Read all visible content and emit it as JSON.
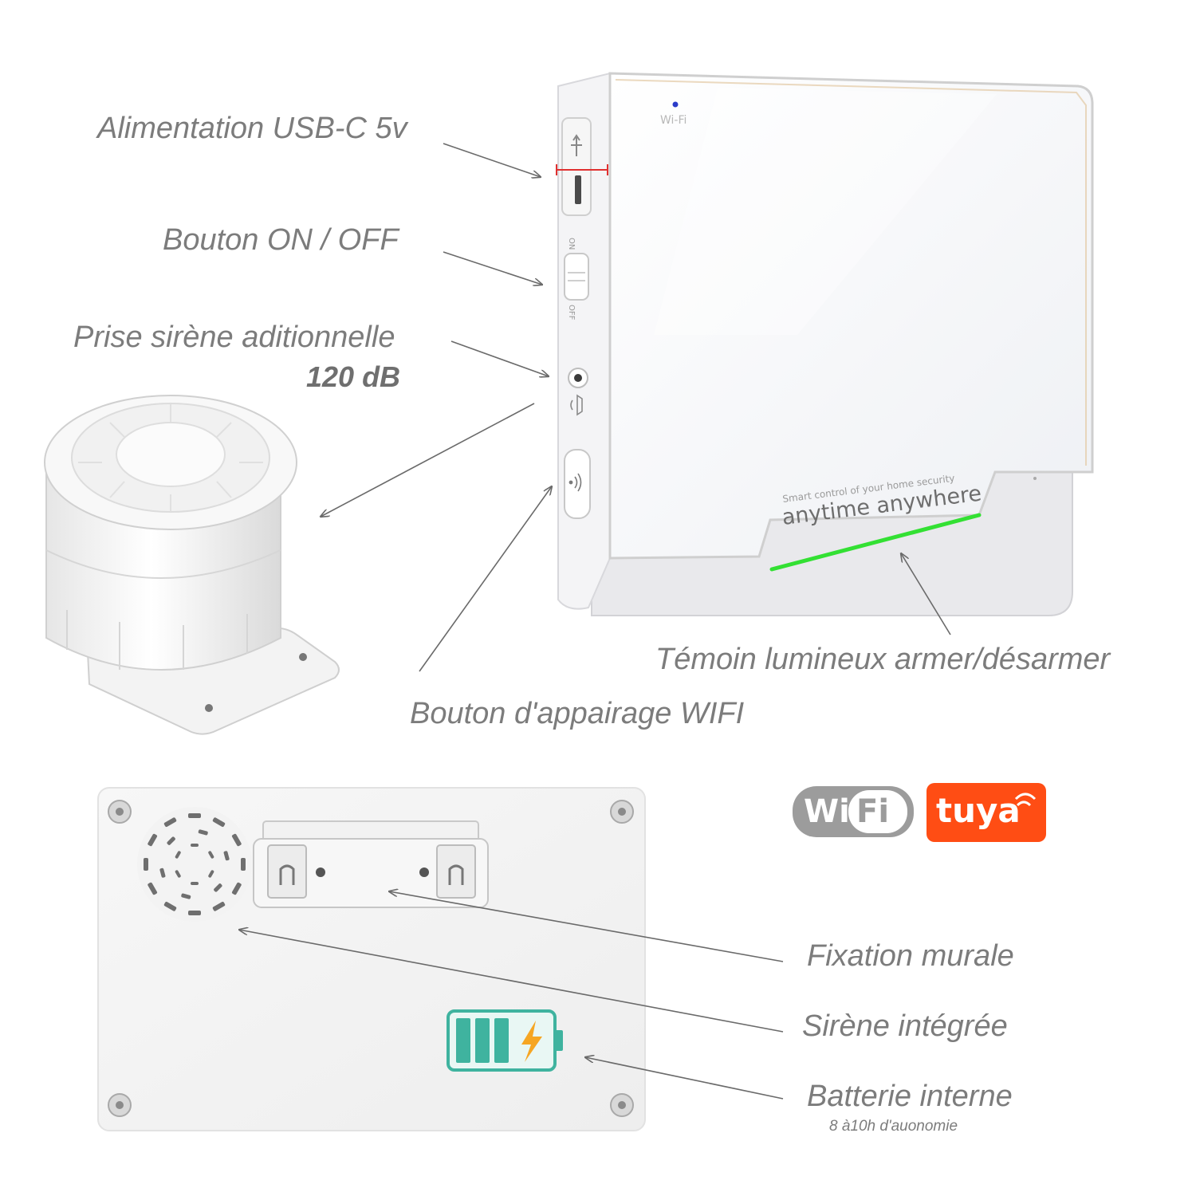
{
  "labels": {
    "usb": "Alimentation USB-C 5v",
    "onoff": "Bouton ON / OFF",
    "siren_jack": "Prise sirène aditionnelle",
    "siren_db": "120 dB",
    "led": "Témoin lumineux armer/désarmer",
    "pairing": "Bouton d'appairage WIFI",
    "mount": "Fixation murale",
    "siren_builtin": "Sirène intégrée",
    "battery": "Batterie interne",
    "battery_sub": "8 à10h d'auonomie"
  },
  "device": {
    "wifi_mark": "Wi-Fi",
    "tagline_small": "Smart control of your home security",
    "tagline_big": "anytime  anywhere",
    "port_on": "ON",
    "port_off": "OFF"
  },
  "logos": {
    "wifi_left": "Wi",
    "wifi_right": "Fi",
    "tuya": "tuya"
  },
  "colors": {
    "text": "#7c7c7c",
    "arrow": "#6a6a6a",
    "led_green": "#33e033",
    "tuya_orange": "#ff4d14",
    "wifi_gray": "#9c9c9c",
    "battery_teal": "#3fb39f",
    "battery_bolt": "#f6a623"
  }
}
